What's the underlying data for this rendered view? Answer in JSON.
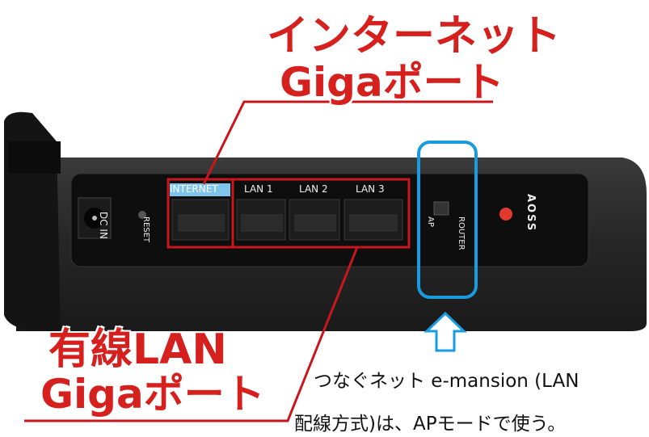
{
  "annotations": {
    "internet_port_title": [
      "インターネット",
      "Gigaポート"
    ],
    "lan_port_title": [
      "有線LAN",
      "Gigaポート"
    ],
    "note": [
      "つなぐネット e-mansion (LAN",
      "配線方式)は、APモードで使う。"
    ]
  },
  "device_labels": {
    "dc_in": "DC IN",
    "reset": "RESET",
    "internet": "INTERNET",
    "lan1": "LAN 1",
    "lan2": "LAN 2",
    "lan3": "LAN 3",
    "ap": "AP",
    "router": "ROUTER",
    "aoss": "AOSS"
  },
  "colors": {
    "annotation_red": "#d5201e",
    "highlight_blue": "#1a9be0",
    "internet_label_bg": "#7fc4ec"
  }
}
